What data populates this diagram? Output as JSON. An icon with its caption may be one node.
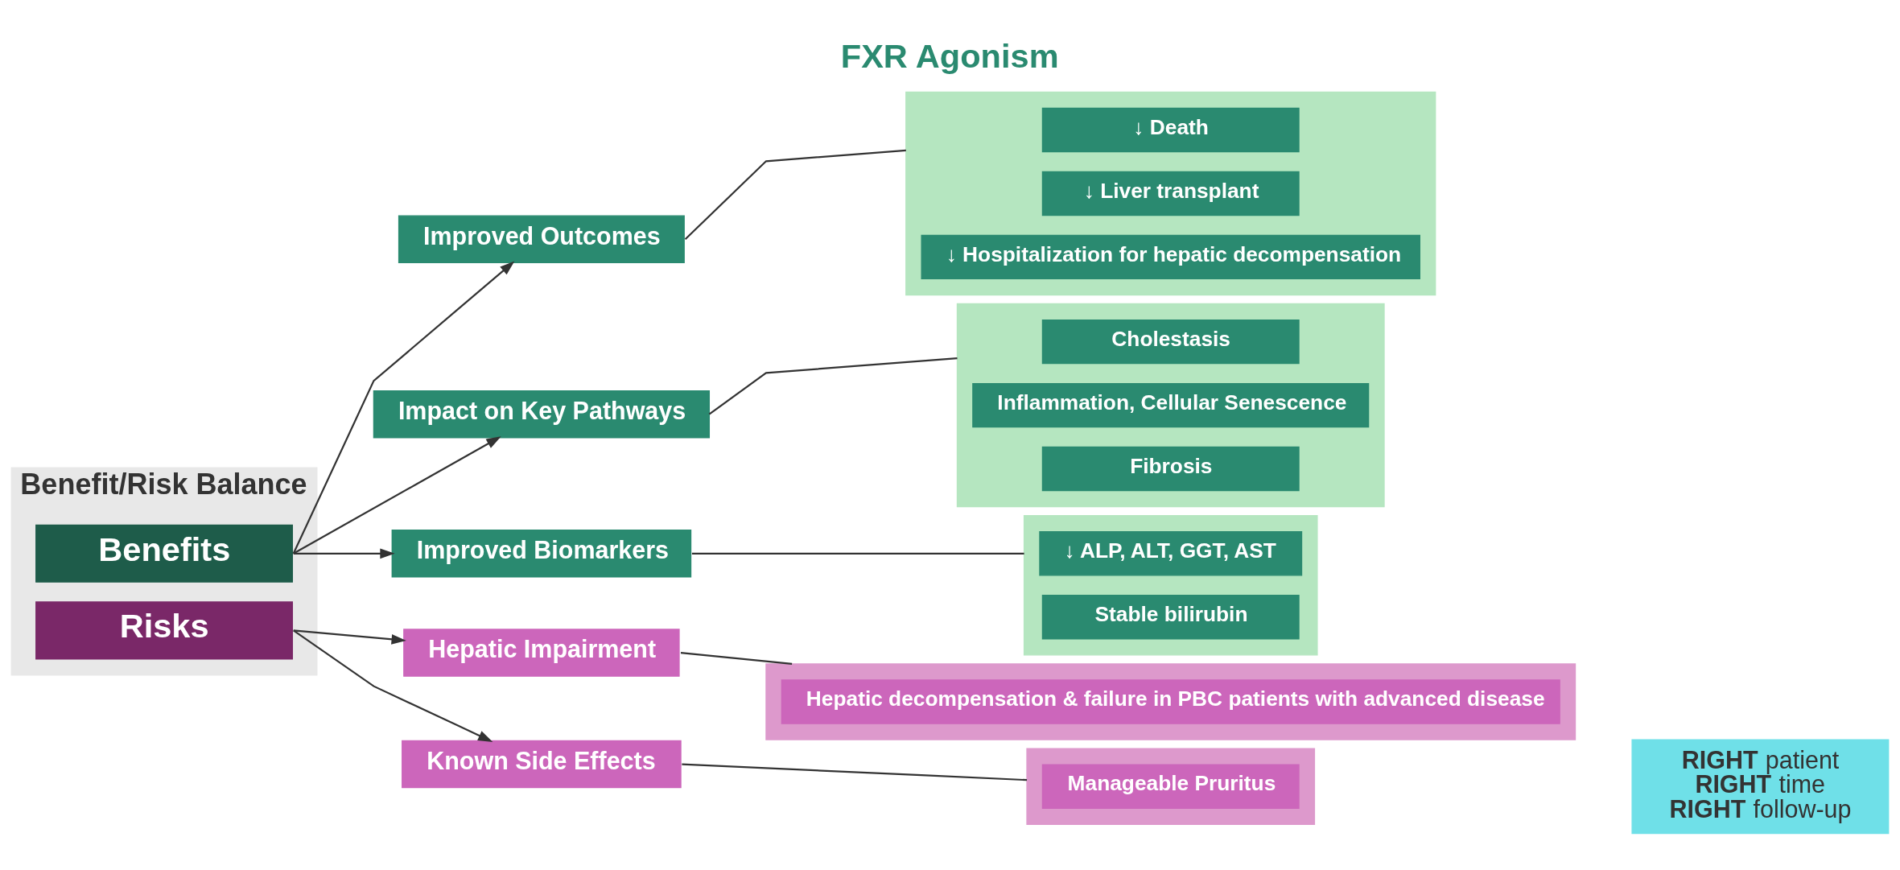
{
  "diagram": {
    "title": "FXR Agonism",
    "nodes": [
      {
        "text": [
          "Benefit/Risk Balance"
        ]
      },
      {
        "text": [
          "Benefits"
        ],
        "in": 0
      },
      {
        "text": [
          "Risks"
        ],
        "in": 0
      },
      {
        "text": [
          "Improved Outcomes"
        ]
      },
      {
        "text": [
          "Impact on Key Pathways"
        ]
      },
      {
        "text": [
          "Improved Biomarkers"
        ]
      },
      {
        "text": [
          "Hepatic Impairment"
        ]
      },
      {
        "text": [
          "Known Side Effects"
        ]
      },
      {
        "text": [],
        "shape": "box"
      },
      {
        "text": [
          "↓ Death"
        ],
        "in": 8
      },
      {
        "text": [
          "↓ Liver transplant"
        ],
        "in": 8
      },
      {
        "text": [
          "↓ Hospitalization for hepatic decompensation"
        ],
        "in": 8
      },
      {
        "text": [],
        "shape": "box"
      },
      {
        "text": [
          "Cholestasis"
        ],
        "in": 12
      },
      {
        "text": [
          "Inflammation, Cellular Senescence"
        ],
        "in": 12
      },
      {
        "text": [
          "Fibrosis"
        ],
        "in": 12
      },
      {
        "text": [],
        "shape": "box"
      },
      {
        "text": [
          "↓ ALP, ALT, GGT, AST"
        ],
        "in": 16
      },
      {
        "text": [
          "Stable bilirubin"
        ],
        "in": 16
      },
      {
        "text": [],
        "shape": "box"
      },
      {
        "text": [
          "Hepatic decompensation & failure in PBC patients with advanced disease"
        ],
        "in": 19
      },
      {
        "text": [],
        "shape": "box"
      },
      {
        "text": [
          "Manageable Pruritus"
        ],
        "in": 21
      },
      {
        "text": [
          "**RIGHT** patient",
          "**RIGHT** time",
          "**RIGHT** follow-up"
        ]
      }
    ],
    "edges": [
      {
        "from": 1,
        "to": 3,
        "arrow": "to"
      },
      {
        "from": 1,
        "to": 4,
        "arrow": "to"
      },
      {
        "from": 1,
        "to": 5,
        "arrow": "to"
      },
      {
        "from": 2,
        "to": 6,
        "arrow": "to"
      },
      {
        "from": 2,
        "to": 7,
        "arrow": "to"
      },
      {
        "from": 3,
        "to": 8,
        "arrow": "none"
      },
      {
        "from": 4,
        "to": 12,
        "arrow": "none"
      },
      {
        "from": 5,
        "to": 16,
        "arrow": "none"
      },
      {
        "from": 6,
        "to": 19,
        "arrow": "none"
      },
      {
        "from": 7,
        "to": 21,
        "arrow": "none"
      }
    ]
  }
}
